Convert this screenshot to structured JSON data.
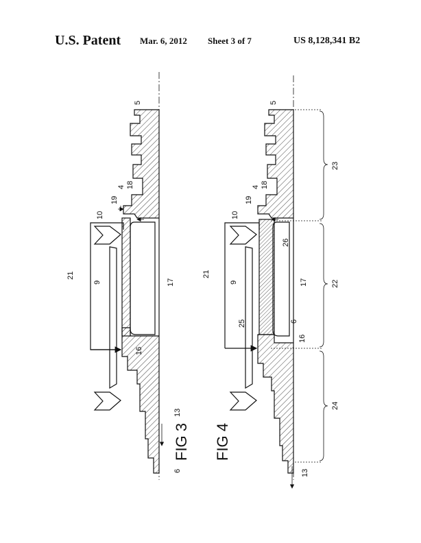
{
  "header": {
    "title": "U.S. Patent",
    "date": "Mar. 6, 2012",
    "sheet": "Sheet 3 of 7",
    "patent_number": "US 8,128,341 B2"
  },
  "figures": [
    {
      "label": "FIG 3",
      "refs": [
        "5",
        "4",
        "18",
        "19",
        "10",
        "21",
        "9",
        "17",
        "16",
        "13",
        "6"
      ]
    },
    {
      "label": "FIG 4",
      "refs": [
        "5",
        "23",
        "4",
        "18",
        "19",
        "10",
        "26",
        "21",
        "9",
        "17",
        "22",
        "6",
        "25",
        "16",
        "24",
        "13"
      ]
    }
  ]
}
